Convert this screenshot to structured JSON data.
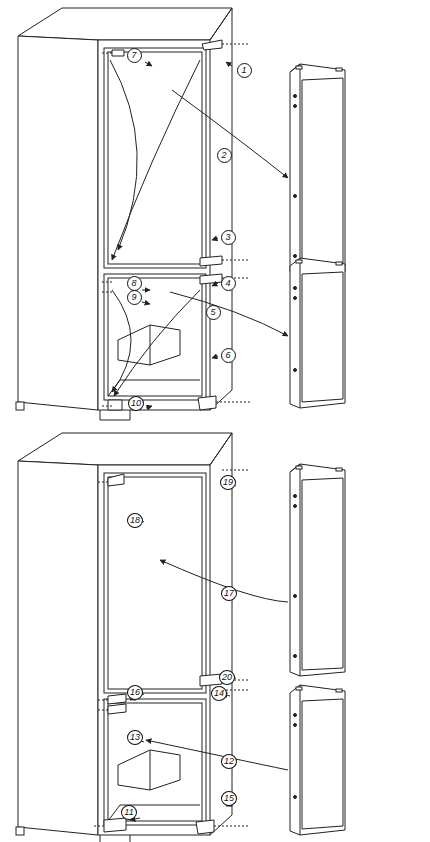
{
  "diagram": {
    "labels": [
      "7",
      "1",
      "2",
      "3",
      "4",
      "8",
      "9",
      "5",
      "6",
      "10",
      "19",
      "18",
      "17",
      "20",
      "14",
      "16",
      "13",
      "12",
      "15",
      "11"
    ]
  }
}
